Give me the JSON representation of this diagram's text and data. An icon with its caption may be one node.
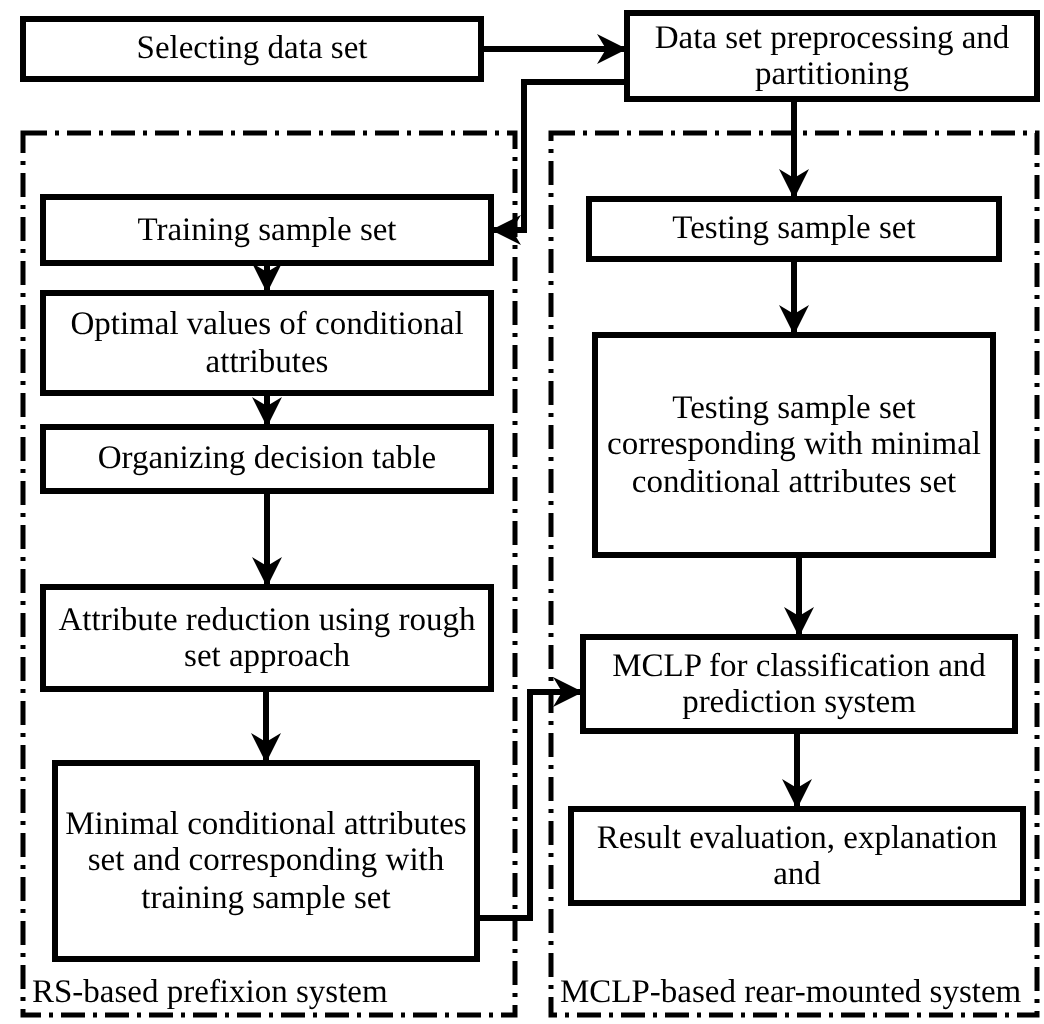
{
  "diagram": {
    "nodes": [
      {
        "text": [
          "Selecting data set"
        ]
      },
      {
        "text": [
          "Data set preprocessing and partitioning"
        ]
      },
      {
        "text": [
          "RS-based prefixion system"
        ]
      },
      {
        "text": [
          "MCLP-based rear-mounted system"
        ]
      },
      {
        "text": [
          "Training sample set"
        ],
        "in": 2
      },
      {
        "text": [
          "Optimal values of conditional attributes"
        ],
        "in": 2
      },
      {
        "text": [
          "Organizing decision table"
        ],
        "in": 2
      },
      {
        "text": [
          "Attribute reduction using rough set approach"
        ],
        "in": 2
      },
      {
        "text": [
          "Minimal conditional attributes set and corresponding with training sample set"
        ],
        "in": 2
      },
      {
        "text": [
          "Testing sample set"
        ],
        "in": 3
      },
      {
        "text": [
          "Testing sample set corresponding with minimal conditional attributes set"
        ],
        "in": 3
      },
      {
        "text": [
          "MCLP for classification and prediction system"
        ],
        "in": 3
      },
      {
        "text": [
          "Result evaluation, explanation and"
        ],
        "in": 3
      }
    ],
    "edges": [
      {
        "from": 0,
        "to": 1,
        "arrow": "to"
      },
      {
        "from": 1,
        "to": 4,
        "arrow": "to"
      },
      {
        "from": 1,
        "to": 9,
        "arrow": "to"
      },
      {
        "from": 4,
        "to": 5,
        "arrow": "to"
      },
      {
        "from": 5,
        "to": 6,
        "arrow": "to"
      },
      {
        "from": 6,
        "to": 7,
        "arrow": "to"
      },
      {
        "from": 7,
        "to": 8,
        "arrow": "to"
      },
      {
        "from": 9,
        "to": 10,
        "arrow": "to"
      },
      {
        "from": 10,
        "to": 11,
        "arrow": "to"
      },
      {
        "from": 8,
        "to": 11,
        "arrow": "to"
      },
      {
        "from": 11,
        "to": 12,
        "arrow": "to"
      }
    ]
  }
}
